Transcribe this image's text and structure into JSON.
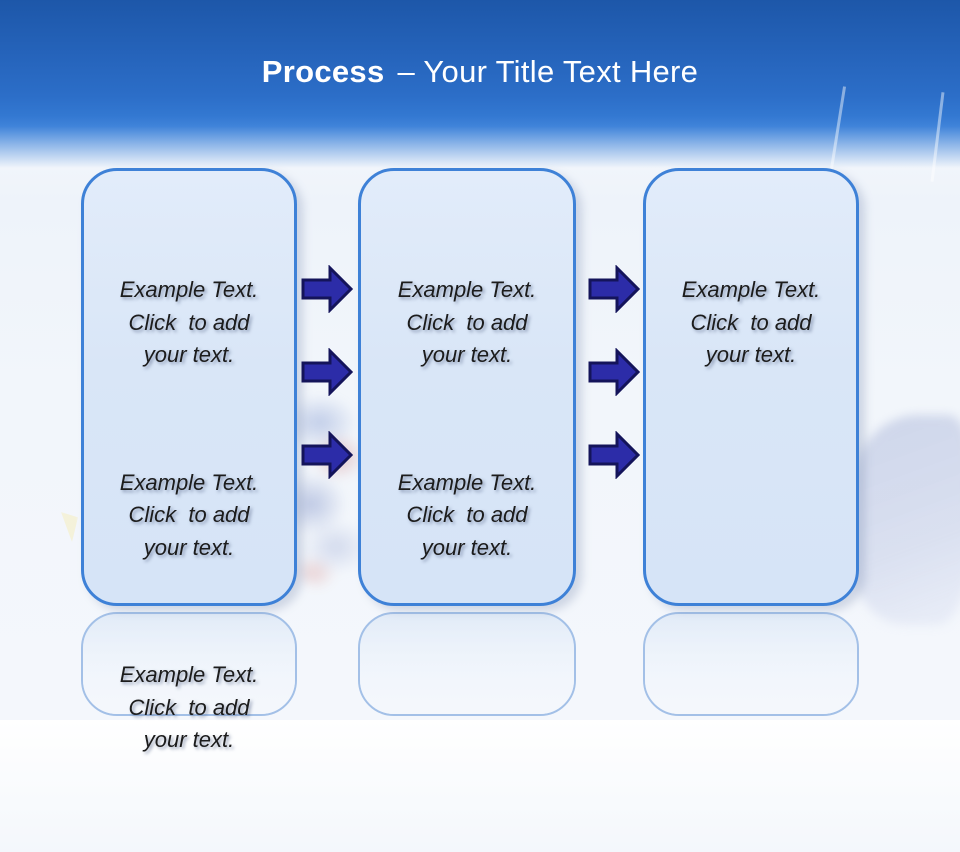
{
  "title": {
    "keyword": "Process",
    "rest": "– Your Title Text Here"
  },
  "boxes": [
    {
      "name": "step-1",
      "paragraphs": [
        "Example Text.\nClick  to add\nyour text.",
        "Example Text.\nClick  to add\nyour text.",
        "Example Text.\nClick  to add\nyour text."
      ]
    },
    {
      "name": "step-2",
      "paragraphs": [
        "Example Text.\nClick  to add\nyour text.",
        "Example Text.\nClick  to add\nyour text."
      ]
    },
    {
      "name": "step-3",
      "paragraphs": [
        "Example Text.\nClick  to add\nyour text."
      ]
    }
  ],
  "arrows": {
    "icon": "arrow-right-icon",
    "count_between_steps": 3
  },
  "colors": {
    "header_top": "#1d57a9",
    "header_bottom": "#3f83d9",
    "box_fill": "#d9e6f7",
    "box_border": "#3e81d7",
    "arrow_fill": "#2c2ca8",
    "arrow_stroke": "#14145a",
    "title_text": "#ffffff",
    "body_text": "#1c1c1c"
  }
}
